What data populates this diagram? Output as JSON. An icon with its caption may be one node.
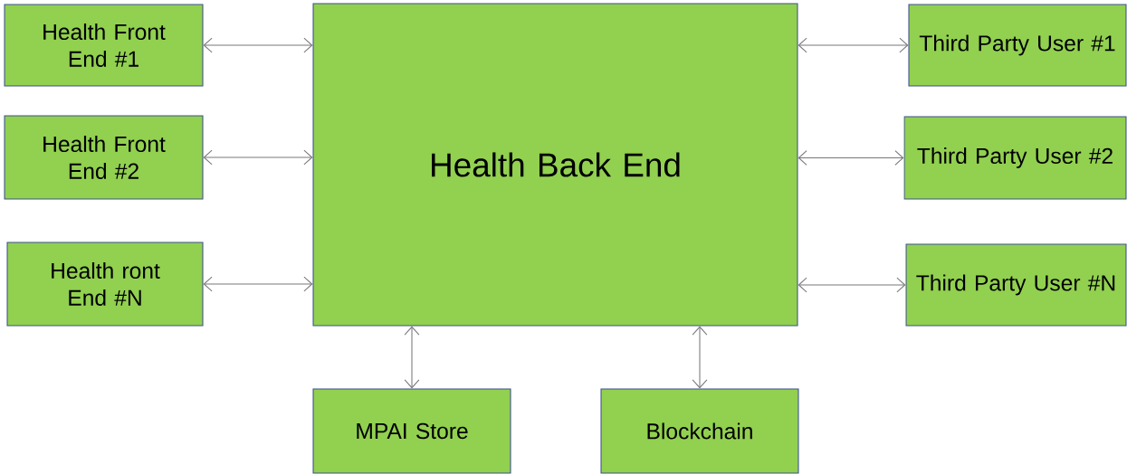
{
  "diagram": {
    "nodes": [
      {
        "text": [
          "Health Front End #1"
        ]
      },
      {
        "text": [
          "Health Front End #2"
        ]
      },
      {
        "text": [
          "Health ront End #N"
        ]
      },
      {
        "text": [
          "Health Back End"
        ]
      },
      {
        "text": [
          "Third Party User #1"
        ]
      },
      {
        "text": [
          "Third Party User #2"
        ]
      },
      {
        "text": [
          "Third Party User #N"
        ]
      },
      {
        "text": [
          "MPAI Store"
        ]
      },
      {
        "text": [
          "Blockchain"
        ]
      }
    ],
    "edges": [
      {
        "from": 0,
        "to": 3,
        "arrow": "both"
      },
      {
        "from": 1,
        "to": 3,
        "arrow": "both"
      },
      {
        "from": 2,
        "to": 3,
        "arrow": "both"
      },
      {
        "from": 3,
        "to": 4,
        "arrow": "both"
      },
      {
        "from": 3,
        "to": 5,
        "arrow": "both"
      },
      {
        "from": 3,
        "to": 6,
        "arrow": "both"
      },
      {
        "from": 3,
        "to": 7,
        "arrow": "both"
      },
      {
        "from": 3,
        "to": 8,
        "arrow": "both"
      }
    ]
  }
}
